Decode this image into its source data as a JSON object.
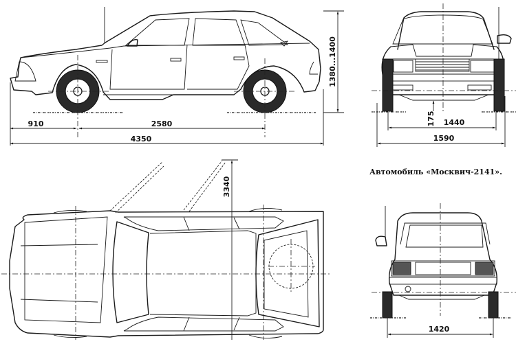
{
  "caption": "Автомобиль «Москвич-2141».",
  "views": {
    "side": {
      "label": "side-view",
      "dimensions": {
        "front_overhang": "910",
        "wheelbase": "2580",
        "overall_length": "4350",
        "height": "1380...1400"
      }
    },
    "front": {
      "label": "front-view",
      "dimensions": {
        "ground_clearance": "175",
        "front_track": "1440",
        "overall_width": "1590"
      }
    },
    "top": {
      "label": "top-view",
      "dimensions": {
        "door_open_width": "3340"
      }
    },
    "rear": {
      "label": "rear-view",
      "dimensions": {
        "rear_track": "1420"
      }
    }
  }
}
